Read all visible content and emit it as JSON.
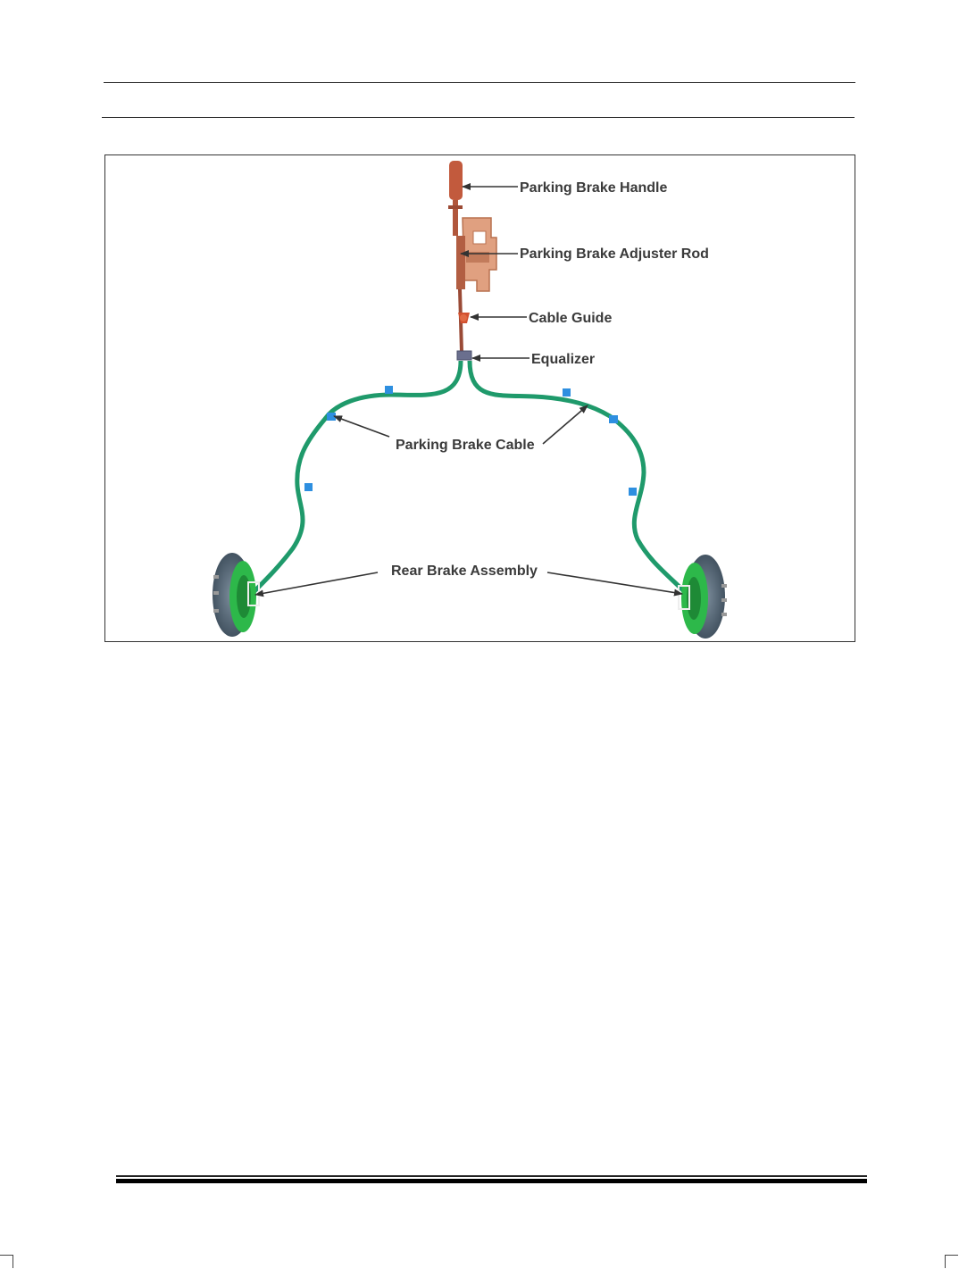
{
  "figure": {
    "labels": {
      "handle": "Parking Brake Handle",
      "adjuster_rod": "Parking Brake Adjuster Rod",
      "cable_guide": "Cable Guide",
      "equalizer": "Equalizer",
      "cable": "Parking Brake Cable",
      "rear_brake": "Rear Brake Assembly"
    },
    "colors": {
      "cable": "#1f9a6b",
      "bracket": "#d07a5a",
      "clip": "#2e8fe0",
      "drum": "#5a6e80",
      "backing_plate": "#2db84a"
    }
  }
}
